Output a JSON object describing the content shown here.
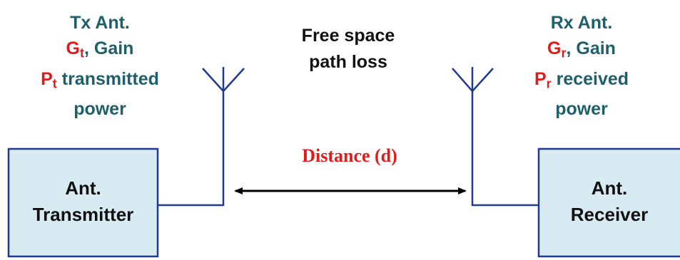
{
  "colors": {
    "teal_text": "#1f5f6b",
    "red_text": "#e01b1b",
    "box_fill": "#d9ebf2",
    "box_stroke": "#1f3a93",
    "wire": "#1f3a93",
    "arrow": "#000000"
  },
  "tx_label": {
    "title": "Tx Ant.",
    "gain_symbol": "G",
    "gain_sub": "t",
    "gain_text": ", Gain",
    "power_symbol": "P",
    "power_sub": "t",
    "power_text": " transmitted",
    "power_text2": "power"
  },
  "rx_label": {
    "title": "Rx Ant.",
    "gain_symbol": "G",
    "gain_sub": "r",
    "gain_text": ", Gain",
    "power_symbol": "P",
    "power_sub": "r",
    "power_text": " received",
    "power_text2": "power"
  },
  "free_space": {
    "line1": "Free space",
    "line2": "path loss"
  },
  "distance_label": "Distance (d)",
  "transmitter_box": {
    "line1": "Ant.",
    "line2": "Transmitter"
  },
  "receiver_box": {
    "line1": "Ant.",
    "line2": "Receiver"
  }
}
